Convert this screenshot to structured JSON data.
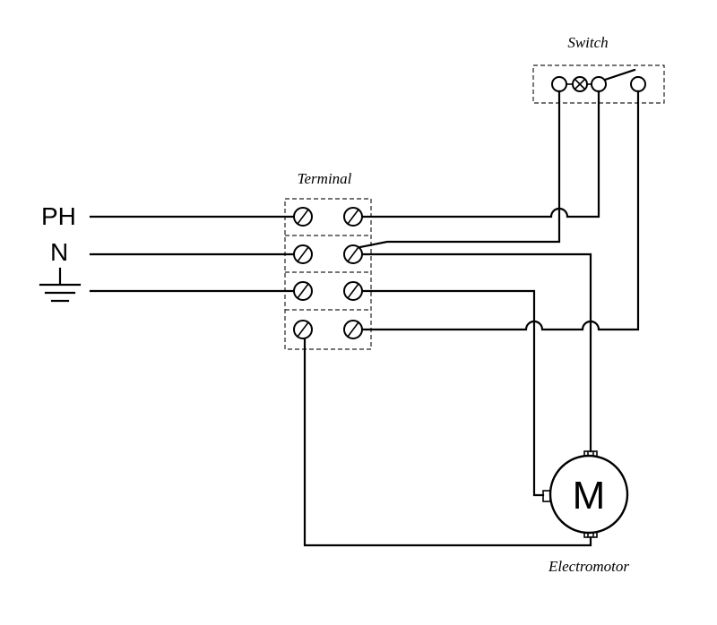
{
  "labels": {
    "switch": "Switch",
    "terminal": "Terminal",
    "electromotor": "Electromotor",
    "phase": "PH",
    "neutral": "N",
    "motor_symbol": "M"
  },
  "icons": {
    "ground": "ground-icon",
    "lamp": "lamp-icon",
    "screw": "screw-terminal-icon",
    "motor": "motor-icon",
    "switch_contact": "switch-contact-icon"
  }
}
